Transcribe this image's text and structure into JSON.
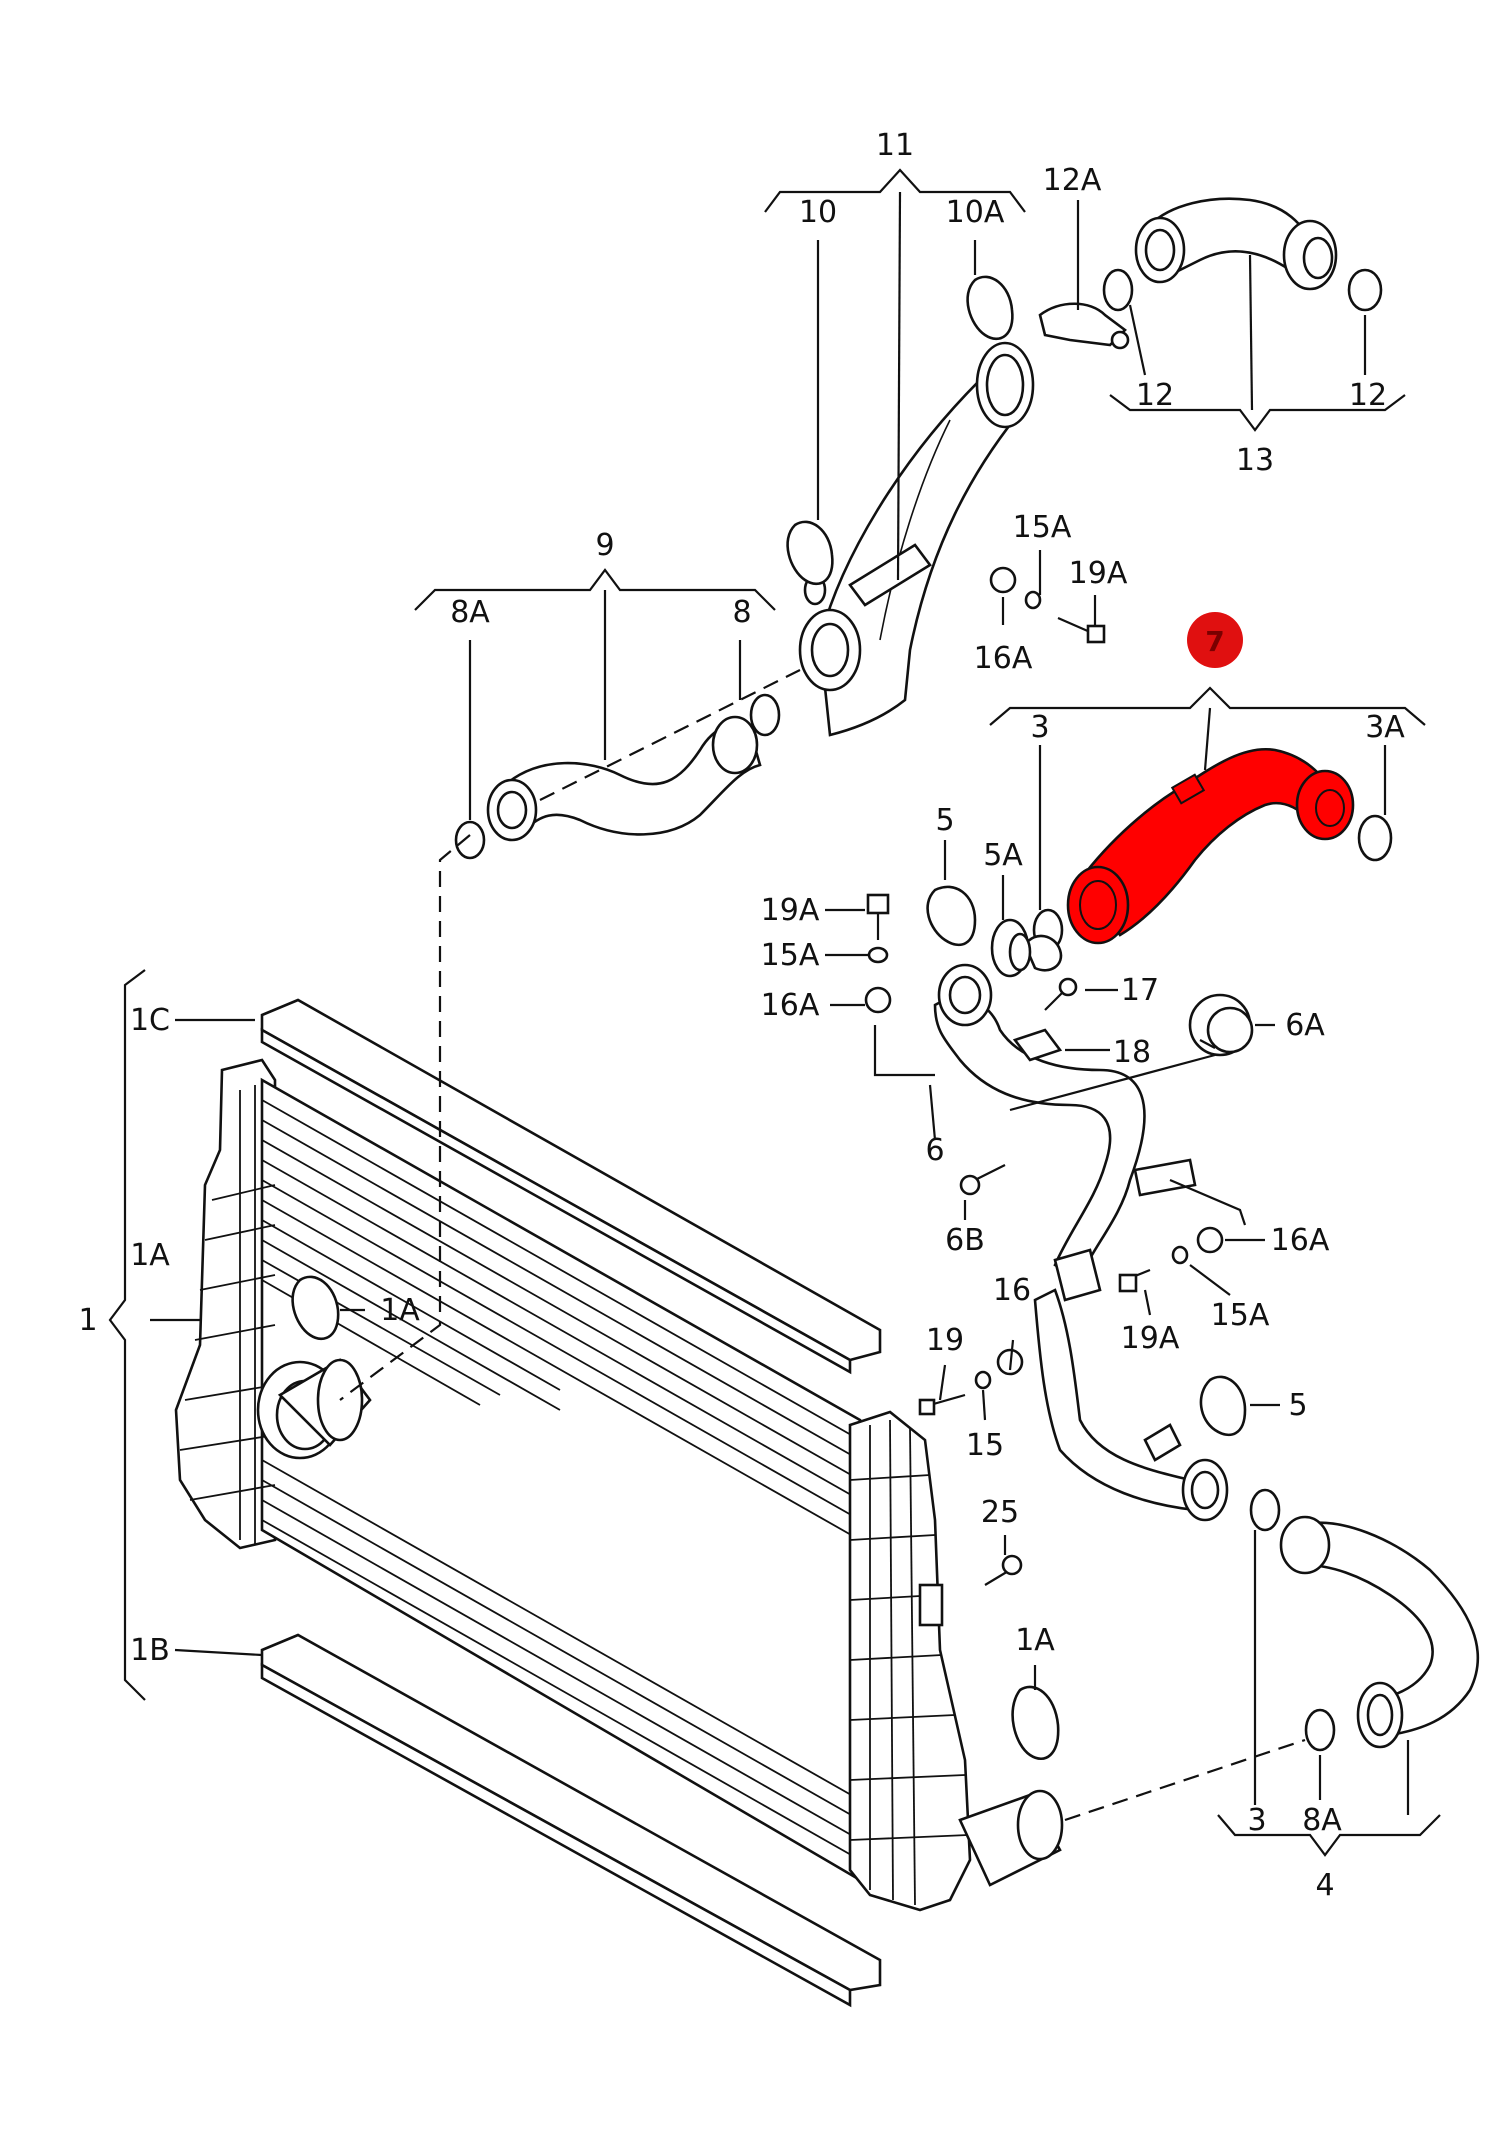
{
  "highlight": {
    "badge": "7",
    "color": "#ff0000"
  },
  "labels": {
    "l11": "11",
    "l10": "10",
    "l10A": "10A",
    "l12A": "12A",
    "l12a": "12",
    "l12b": "12",
    "l13": "13",
    "l9": "9",
    "l8A": "8A",
    "l8": "8",
    "l15A_top": "15A",
    "l19A_top": "19A",
    "l16A_top": "16A",
    "l3_top": "3",
    "l3A": "3A",
    "l5_top": "5",
    "l5A": "5A",
    "l19A_left": "19A",
    "l15A_left": "15A",
    "l16A_left": "16A",
    "l17": "17",
    "l18": "18",
    "l6A": "6A",
    "l6": "6",
    "l6B": "6B",
    "l16A_right": "16A",
    "l19A_right": "19A",
    "l15A_right": "15A",
    "l1C": "1C",
    "l1A_left": "1A",
    "l1": "1",
    "l1A_mid": "1A",
    "l1B": "1B",
    "l16": "16",
    "l19": "19",
    "l15": "15",
    "l5_bottom": "5",
    "l25": "25",
    "l1A_bottom": "1A",
    "l3_bottom": "3",
    "l8A_bottom": "8A",
    "l4": "4"
  }
}
